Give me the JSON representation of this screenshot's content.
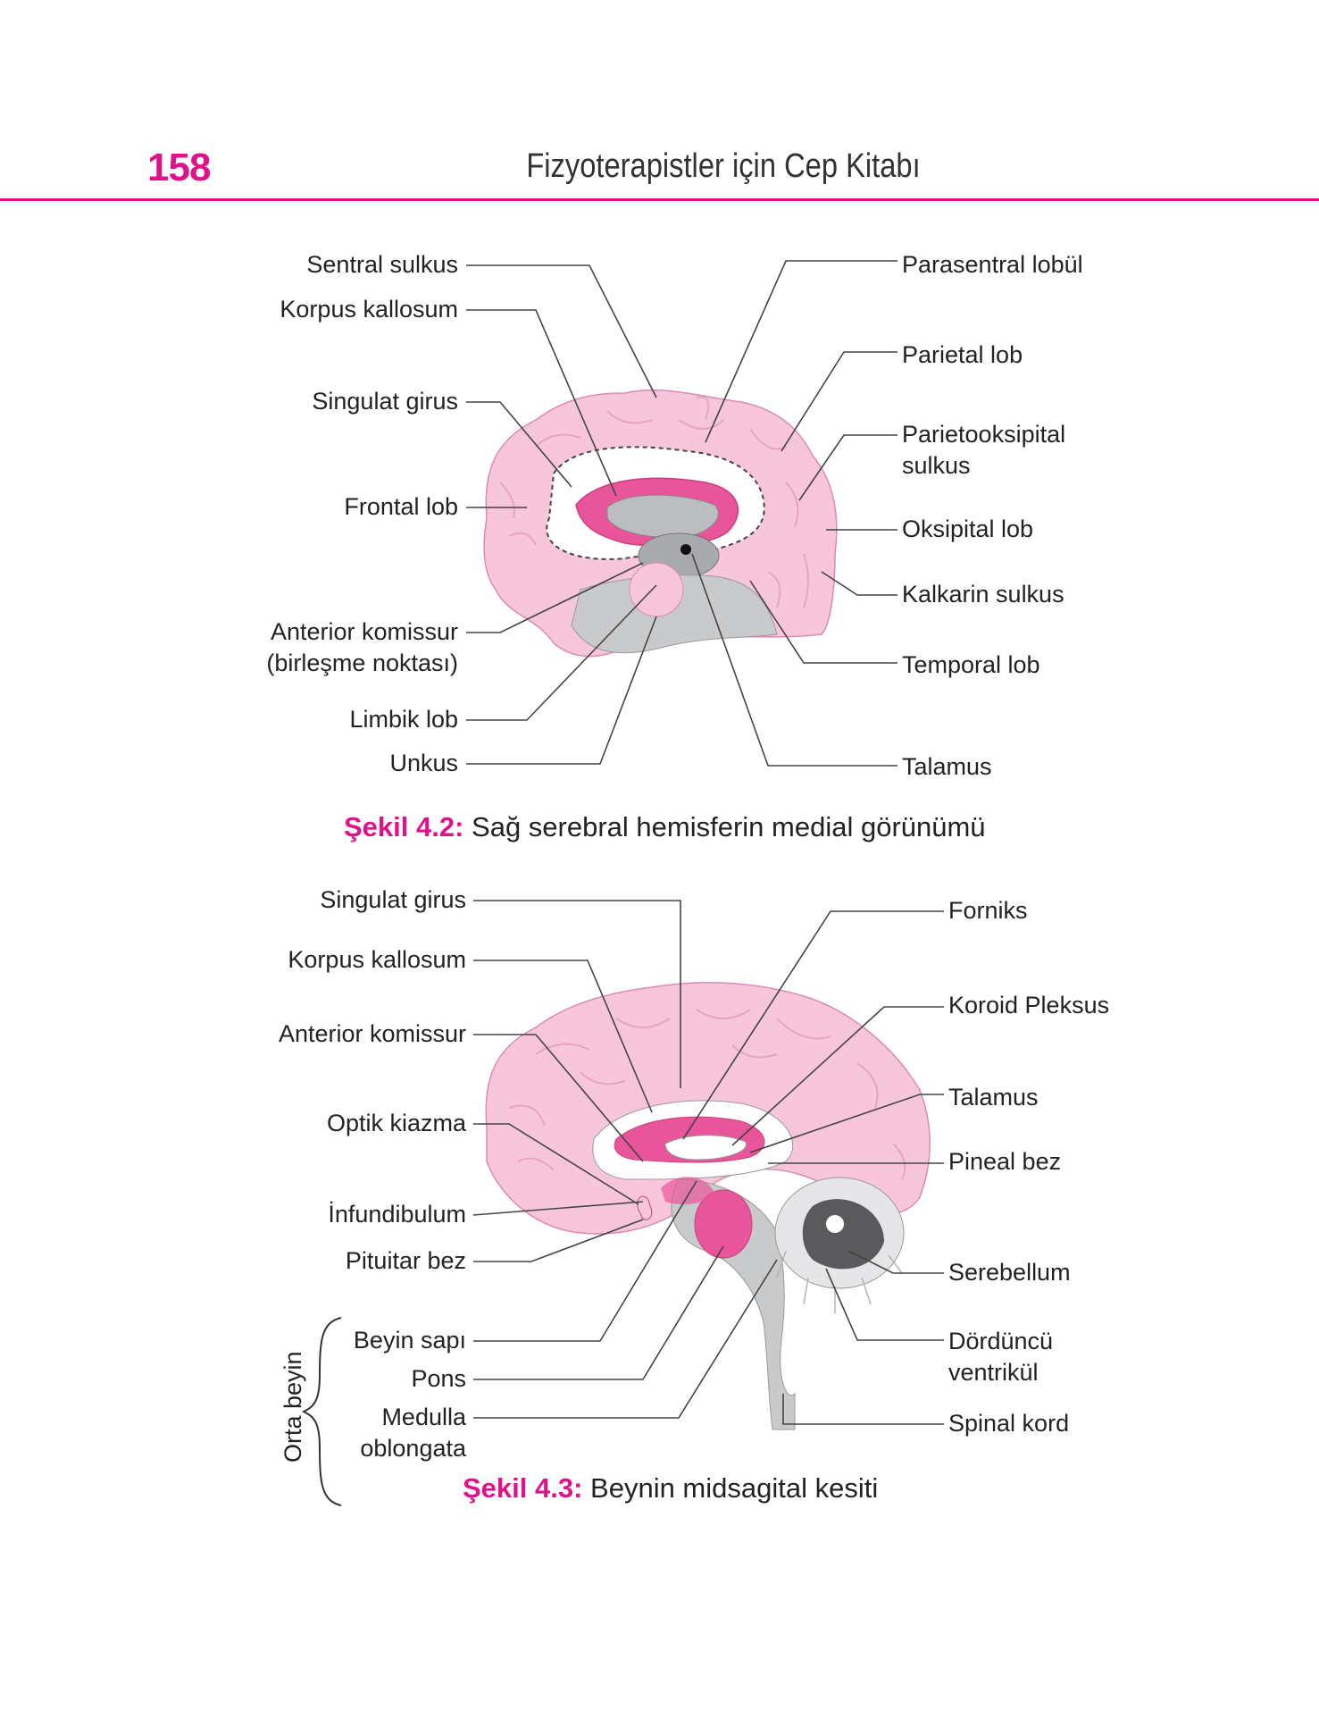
{
  "header": {
    "page_number": "158",
    "book_title": "Fizyoterapistler için Cep Kitabı"
  },
  "figure1": {
    "labels_left": [
      "Sentral sulkus",
      "Korpus kallosum",
      "Singulat girus",
      "Frontal lob",
      "Anterior komissur",
      "(birleşme noktası)",
      "Limbik lob",
      "Unkus"
    ],
    "labels_right": [
      "Parasentral lobül",
      "Parietal lob",
      "Parietooksipital",
      "sulkus",
      "Oksipital lob",
      "Kalkarin sulkus",
      "Temporal lob",
      "Talamus"
    ],
    "caption_prefix": "Şekil 4.2:",
    "caption_text": " Sağ serebral hemisferin medial görünümü"
  },
  "figure2": {
    "labels_left": [
      "Singulat girus",
      "Korpus kallosum",
      "Anterior komissur",
      "Optik kiazma",
      "İnfundibulum",
      "Pituitar bez",
      "Beyin sapı",
      "Pons",
      "Medulla",
      "oblongata"
    ],
    "labels_right": [
      "Forniks",
      "Koroid Pleksus",
      "Talamus",
      "Pineal bez",
      "Serebellum",
      "Dördüncü",
      "ventrikül",
      "Spinal kord"
    ],
    "bracket_label": "Orta beyin",
    "caption_prefix": "Şekil 4.3:",
    "caption_text": " Beynin midsagital kesiti"
  },
  "colors": {
    "accent": "#e0128a",
    "brain_pink": "#f7c6da",
    "brain_deep": "#e9559a",
    "gray": "#c9cacc"
  }
}
